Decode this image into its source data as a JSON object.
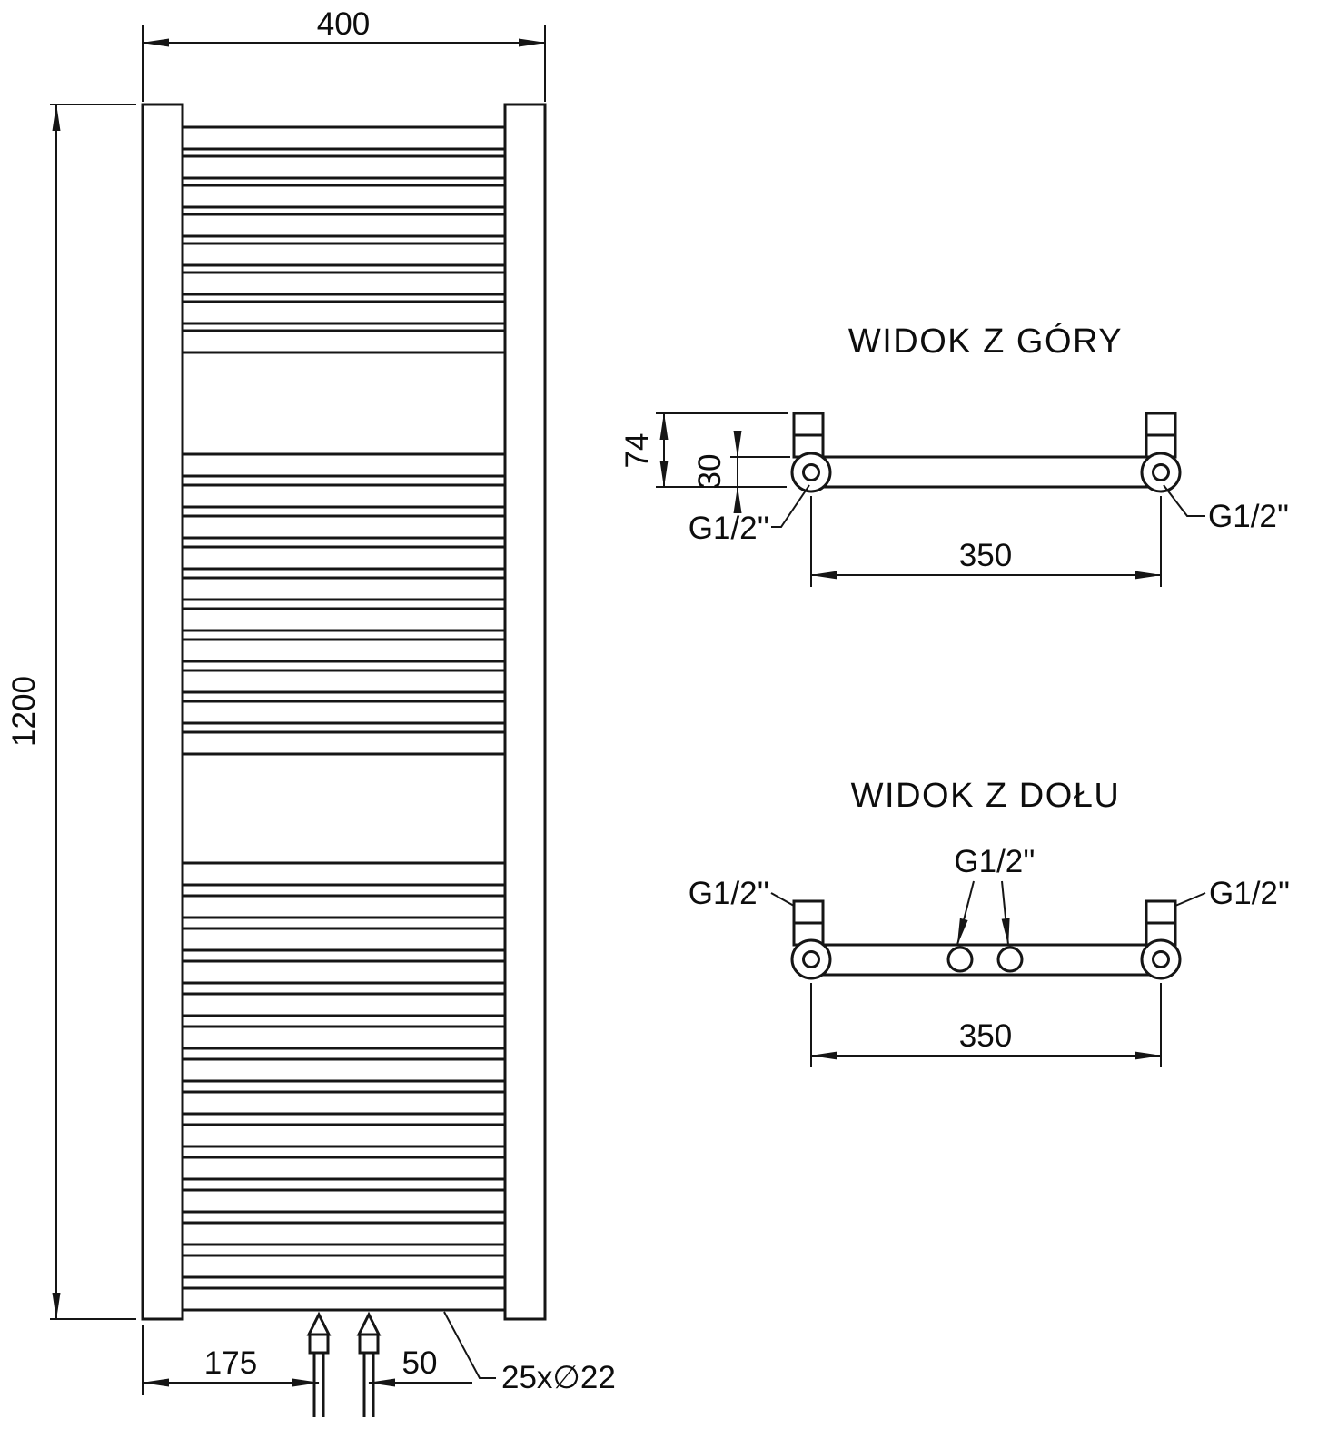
{
  "colors": {
    "line": "#151515",
    "background": "#ffffff"
  },
  "front_view": {
    "dim_width": "400",
    "dim_height": "1200",
    "dim_bottom_offset": "175",
    "dim_bottom_spacing": "50",
    "tube_annotation": "25x∅22"
  },
  "top_view": {
    "title": "WIDOK Z GÓRY",
    "dim_depth": "74",
    "dim_tube": "30",
    "dim_axis_span": "350",
    "label_left": "G1/2''",
    "label_right": "G1/2''"
  },
  "bottom_view": {
    "title": "WIDOK Z DOŁU",
    "label_left": "G1/2''",
    "label_center": "G1/2''",
    "label_right": "G1/2''",
    "dim_axis_span": "350"
  }
}
